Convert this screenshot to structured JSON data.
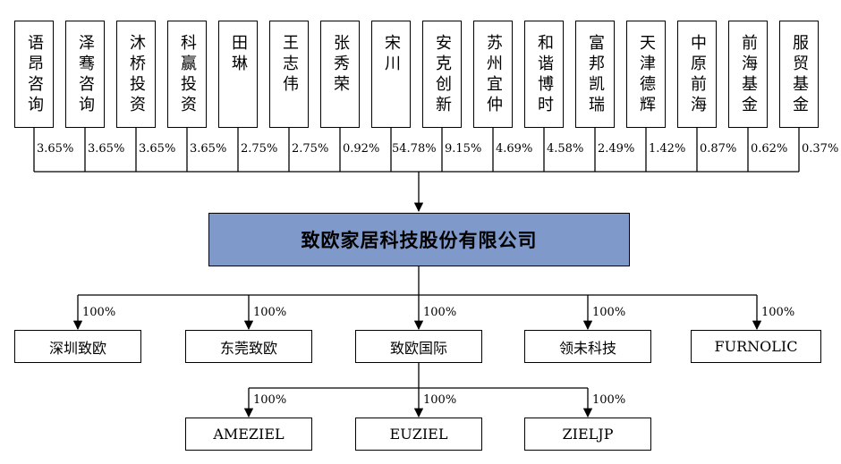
{
  "shareholders": [
    {
      "name": "语昂咨询",
      "percent": "3.65%"
    },
    {
      "name": "泽骞咨询",
      "percent": "3.65%"
    },
    {
      "name": "沐桥投资",
      "percent": "3.65%"
    },
    {
      "name": "科赢投资",
      "percent": "3.65%"
    },
    {
      "name": "田琳",
      "percent": "2.75%"
    },
    {
      "name": "王志伟",
      "percent": "2.75%"
    },
    {
      "name": "张秀荣",
      "percent": "0.92%"
    },
    {
      "name": "宋川",
      "percent": "54.78%"
    },
    {
      "name": "安克创新",
      "percent": "9.15%"
    },
    {
      "name": "苏州宜仲",
      "percent": "4.69%"
    },
    {
      "name": "和谐博时",
      "percent": "4.58%"
    },
    {
      "name": "富邦凯瑞",
      "percent": "2.49%"
    },
    {
      "name": "天津德辉",
      "percent": "1.42%"
    },
    {
      "name": "中原前海",
      "percent": "0.87%"
    },
    {
      "name": "前海基金",
      "percent": "0.62%"
    },
    {
      "name": "服贸基金",
      "percent": "0.37%"
    }
  ],
  "company": {
    "name": "致欧家居科技股份有限公司"
  },
  "subsidiaries": [
    {
      "name": "深圳致欧",
      "percent": "100%"
    },
    {
      "name": "东莞致欧",
      "percent": "100%"
    },
    {
      "name": "致欧国际",
      "percent": "100%"
    },
    {
      "name": "领未科技",
      "percent": "100%"
    },
    {
      "name": "FURNOLIC",
      "percent": "100%"
    }
  ],
  "sub_subsidiaries": [
    {
      "name": "AMEZIEL",
      "percent": "100%"
    },
    {
      "name": "EUZIEL",
      "percent": "100%"
    },
    {
      "name": "ZIELJP",
      "percent": "100%"
    }
  ]
}
